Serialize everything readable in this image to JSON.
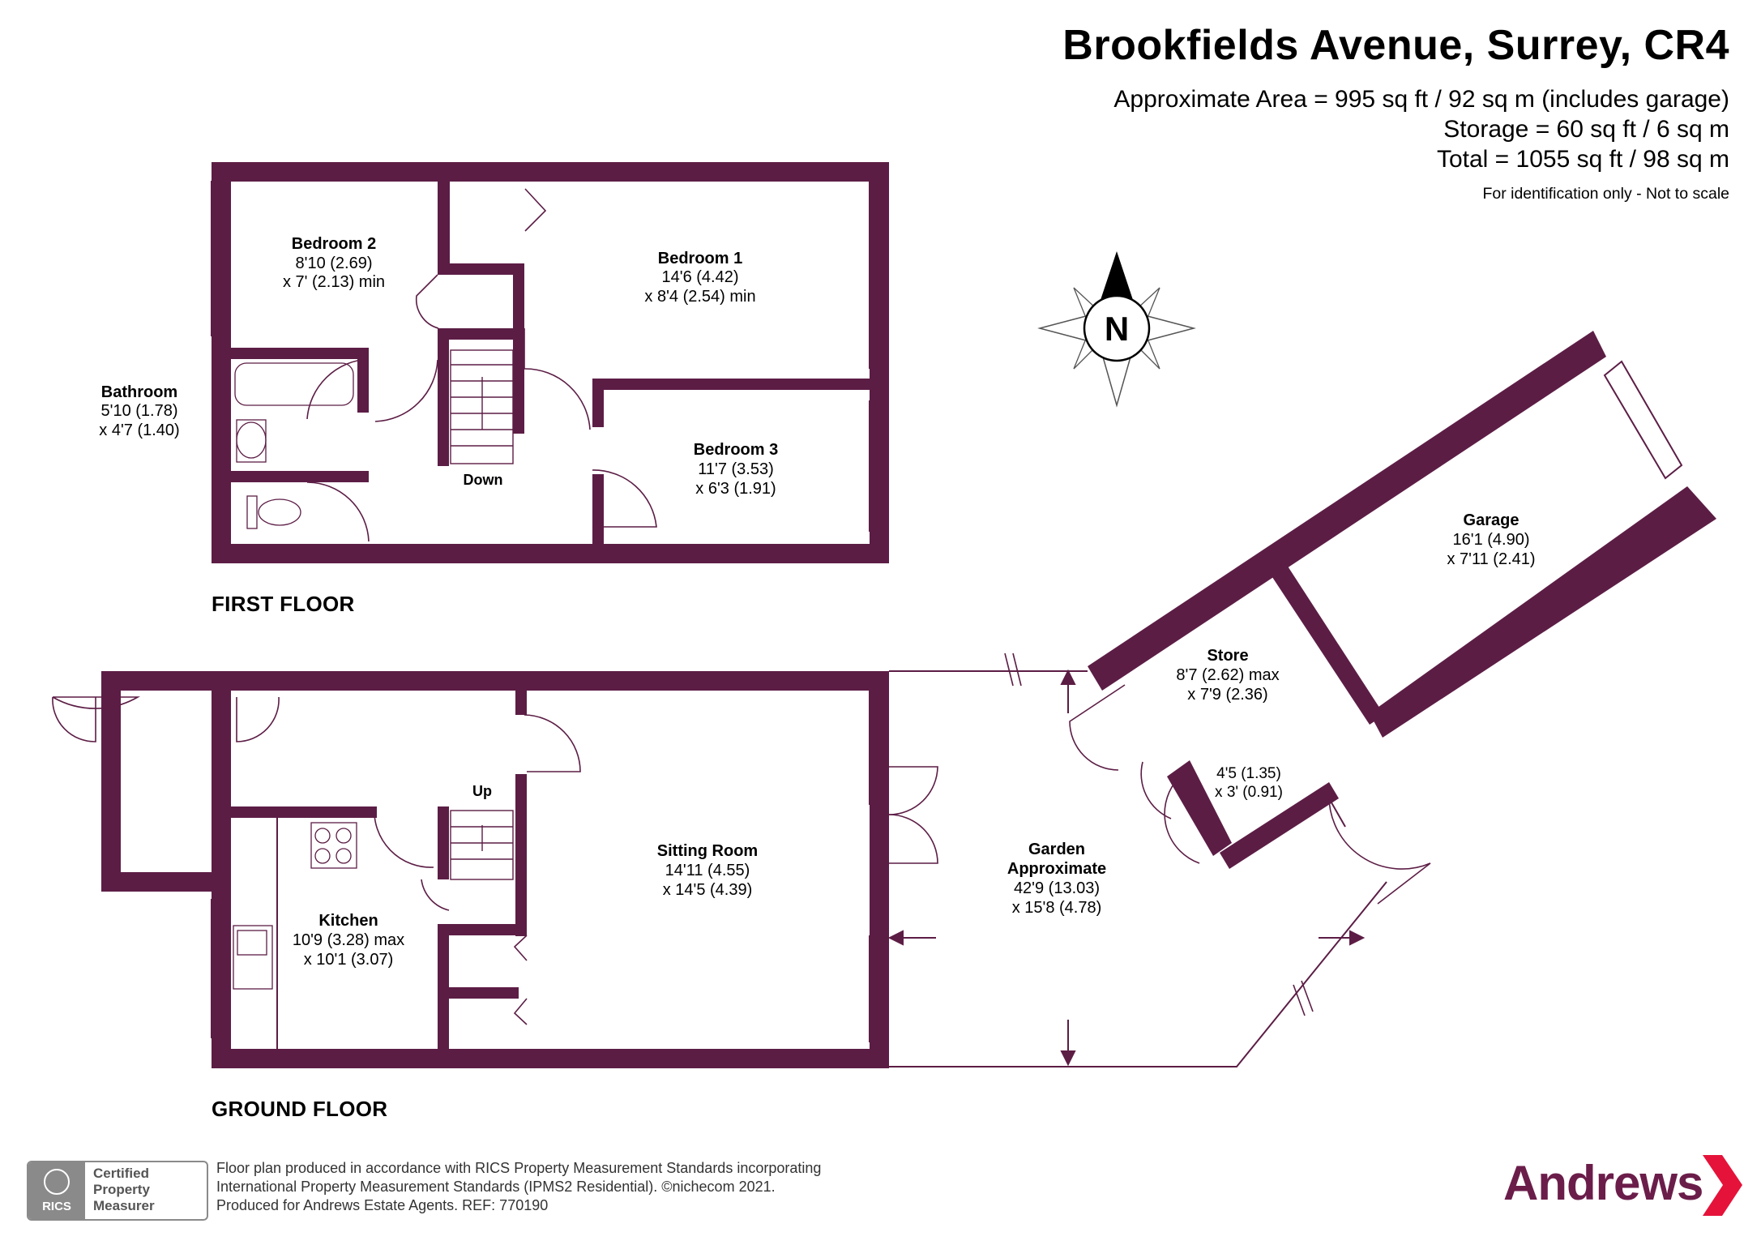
{
  "header": {
    "title": "Brookfields Avenue, Surrey, CR4",
    "area_line_1": "Approximate Area = 995 sq ft / 92 sq m (includes garage)",
    "area_line_2": "Storage = 60 sq ft / 6 sq m",
    "area_line_3": "Total = 1055 sq ft / 98 sq m",
    "disclaimer": "For identification only - Not to scale"
  },
  "compass": {
    "label": "N",
    "icon": "compass-rose-icon"
  },
  "floors": {
    "first": "FIRST FLOOR",
    "ground": "GROUND FLOOR"
  },
  "rooms": {
    "bedroom2": {
      "name": "Bedroom 2",
      "dim1": "8'10 (2.69)",
      "dim2": "x 7' (2.13) min"
    },
    "bedroom1": {
      "name": "Bedroom 1",
      "dim1": "14'6 (4.42)",
      "dim2": "x 8'4 (2.54) min"
    },
    "bathroom": {
      "name": "Bathroom",
      "dim1": "5'10 (1.78)",
      "dim2": "x 4'7 (1.40)"
    },
    "bedroom3": {
      "name": "Bedroom 3",
      "dim1": "11'7 (3.53)",
      "dim2": "x 6'3 (1.91)"
    },
    "stairs_down": "Down",
    "stairs_up": "Up",
    "garage": {
      "name": "Garage",
      "dim1": "16'1 (4.90)",
      "dim2": "x 7'11 (2.41)"
    },
    "store": {
      "name": "Store",
      "dim1": "8'7 (2.62) max",
      "dim2": "x 7'9 (2.36)"
    },
    "store_small": {
      "dim1": "4'5 (1.35)",
      "dim2": "x 3' (0.91)"
    },
    "sitting": {
      "name": "Sitting Room",
      "dim1": "14'11 (4.55)",
      "dim2": "x 14'5 (4.39)"
    },
    "garden": {
      "name": "Garden",
      "name2": "Approximate",
      "dim1": "42'9 (13.03)",
      "dim2": "x 15'8 (4.78)"
    },
    "kitchen": {
      "name": "Kitchen",
      "dim1": "10'9 (3.28) max",
      "dim2": "x 10'1 (3.07)"
    }
  },
  "footer": {
    "line1": "Floor plan produced in accordance with RICS Property Measurement Standards incorporating",
    "line2": "International Property Measurement Standards (IPMS2 Residential).   ©nichecom 2021.",
    "line3": "Produced for Andrews Estate Agents.   REF:   770190",
    "rics_word": "RICS",
    "rics_badge_line1": "Certified",
    "rics_badge_line2": "Property",
    "rics_badge_line3": "Measurer",
    "brand": "Andrews"
  },
  "colors": {
    "wall": "#5c1d45",
    "brand": "#6b1d4a",
    "brand_arrow": "#e5133a",
    "line": "#5c1d45"
  }
}
